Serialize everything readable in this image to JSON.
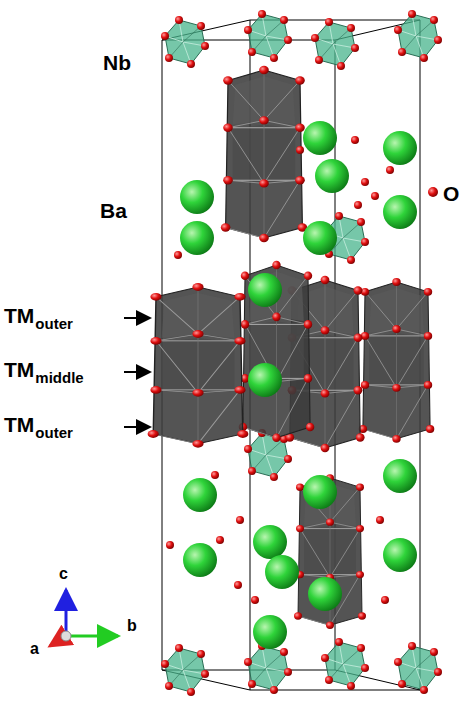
{
  "diagram": {
    "labels": [
      "Nb",
      "Ba",
      "O",
      "TM",
      "outer",
      "TM",
      "middle",
      "TM",
      "outer",
      "c",
      "a",
      "b"
    ]
  }
}
